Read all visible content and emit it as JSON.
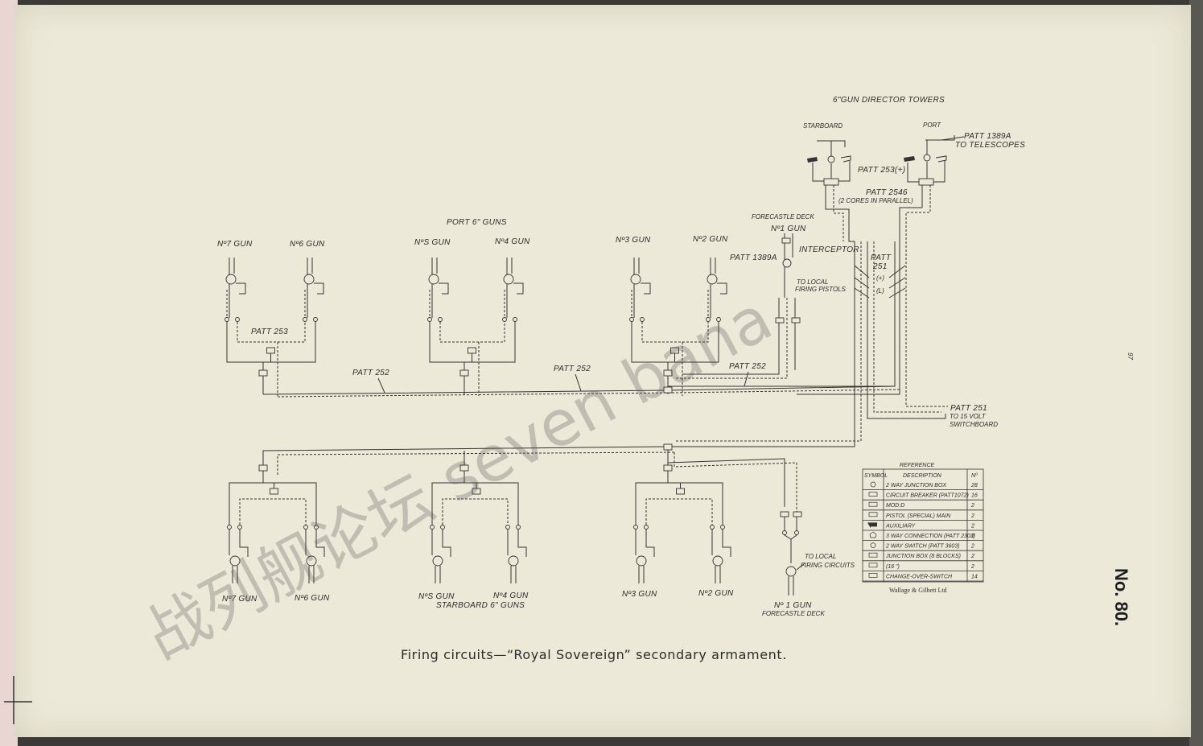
{
  "title": {
    "director_towers": "6\"GUN DIRECTOR TOWERS",
    "starboard": "STARBOARD",
    "port": "PORT",
    "patt1389a_top": "PATT 1389A",
    "to_telescopes": "TO TELESCOPES",
    "patt253_plus": "PATT 253(+)",
    "patt2546": "PATT 2546",
    "two_cores": "(2 CORES IN PARALLEL)",
    "forecastle_deck": "FORECASTLE DECK",
    "no1_gun_top": "Nº1 GUN",
    "interceptor": "INTERCEPTOR",
    "patt1389a_mid": "PATT 1389A",
    "to_local_pistols_1": "TO LOCAL",
    "to_local_pistols_2": "FIRING PISTOLS",
    "patt251_a": "PATT",
    "patt251_b": "251",
    "plus": "(+)",
    "lterm": "(L)",
    "patt251_sw_1": "PATT 251",
    "patt251_sw_2": "TO 15 VOLT",
    "patt251_sw_3": "SWITCHBOARD",
    "port_guns": "PORT 6\" GUNS",
    "starboard_guns": "STARBOARD 6\" GUNS",
    "patt253": "PATT 253",
    "patt252": "PATT 252",
    "to_local_circuits_1": "TO LOCAL",
    "to_local_circuits_2": "FIRING CIRCUITS",
    "no1_gun_bottom": "Nº 1 GUN",
    "forecastle_deck_bottom": "FORECASTLE DECK"
  },
  "port_guns": [
    "Nº7 GUN",
    "Nº6 GUN",
    "NºS GUN",
    "Nº4 GUN",
    "Nº3 GUN",
    "Nº2 GUN"
  ],
  "starboard_guns": [
    "Nº7 GUN",
    "Nº6 GUN",
    "NºS GUN",
    "Nº4 GUN",
    "Nº3 GUN",
    "Nº2 GUN"
  ],
  "reference": {
    "title": "REFERENCE",
    "headers": [
      "SYMBOL",
      "DESCRIPTION",
      "Nº"
    ],
    "rows": [
      {
        "symbol": "circle",
        "description": "2 WAY JUNCTION BOX",
        "no": "28"
      },
      {
        "symbol": "rect",
        "description": "CIRCUIT BREAKER (PATT1072)",
        "no": "16"
      },
      {
        "symbol": "rect-x",
        "description": "MOD:D",
        "no": "2"
      },
      {
        "symbol": "pistol",
        "description": "PISTOL (SPECIAL) MAIN",
        "no": "2"
      },
      {
        "symbol": "pistol-filled",
        "description": "AUXILIARY",
        "no": "2"
      },
      {
        "symbol": "hexagon",
        "description": "3 WAY CONNECTION (PATT 2303)",
        "no": "2"
      },
      {
        "symbol": "circle-s",
        "description": "2 WAY SWITCH (PATT 3603)",
        "no": "2"
      },
      {
        "symbol": "box-8",
        "description": "JUNCTION BOX (8 BLOCKS)",
        "no": "2"
      },
      {
        "symbol": "box-16",
        "description": "(16  \")",
        "no": "2"
      },
      {
        "symbol": "cos",
        "description": "CHANGE-OVER-SWITCH",
        "no": "14"
      }
    ]
  },
  "printer": "Wallage & Gilbett Ltd",
  "caption": "Firing circuits—“Royal Sovereign” secondary armament.",
  "plate_number": "No. 80.",
  "page_number": "97",
  "watermark": "战列舰论坛 seven bana",
  "colors": {
    "paper": "#ece9d9",
    "ink": "#2b2b2b"
  }
}
